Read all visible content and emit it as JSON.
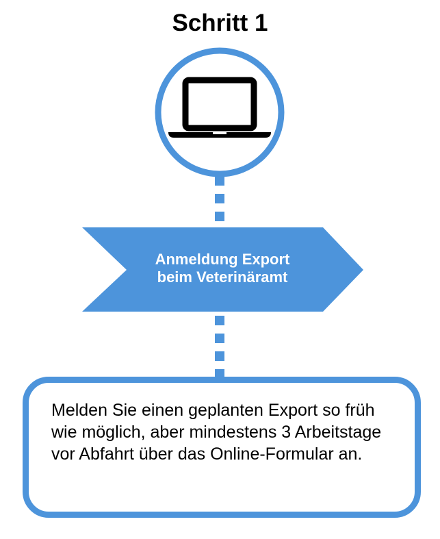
{
  "title": "Schritt 1",
  "banner": {
    "line1": "Anmeldung Export",
    "line2": "beim Veterinäramt"
  },
  "info_text": "Melden Sie einen geplanten Export so früh wie möglich, aber mindestens 3 Arbeitstage vor Abfahrt über das Online-Formular an.",
  "colors": {
    "accent": "#4d94db",
    "text": "#000000",
    "banner_text": "#ffffff"
  },
  "icons": {
    "step_icon": "laptop-icon"
  }
}
